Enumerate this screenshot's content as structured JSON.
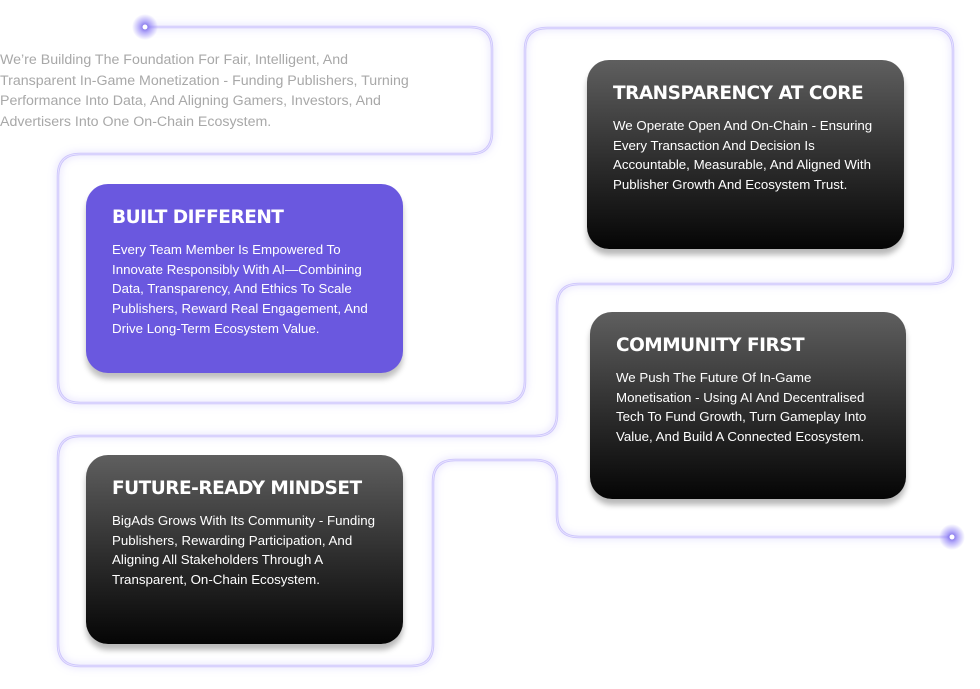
{
  "intro": {
    "text": "We’re Building The Foundation For Fair, Intelligent, And Transparent In-Game Monetization - Funding Publishers, Turning Performance Into Data, And Aligning Gamers, Investors, And Advertisers Into One On-Chain Ecosystem."
  },
  "cards": {
    "built_different": {
      "title": "BUILT DIFFERENT",
      "text": "Every Team Member Is Empowered To Innovate Responsibly With AI—Combining Data, Transparency, And Ethics To Scale Publishers, Reward Real Engagement, And Drive Long-Term Ecosystem Value."
    },
    "transparency": {
      "title": "TRANSPARENCY AT CORE",
      "text": "We Operate Open And On-Chain - Ensuring Every Transaction And Decision Is Accountable, Measurable, And Aligned With Publisher Growth And Ecosystem Trust."
    },
    "community": {
      "title": "COMMUNITY FIRST",
      "text": "We Push The Future Of In-Game Monetisation - Using AI And Decentralised Tech To Fund Growth, Turn Gameplay Into Value, And Build A Connected Ecosystem."
    },
    "future_ready": {
      "title": "FUTURE-READY MINDSET",
      "text": "BigAds Grows With Its Community - Funding Publishers, Rewarding Participation, And Aligning All Stakeholders Through A Transparent, On-Chain Ecosystem."
    }
  },
  "colors": {
    "accent_purple": "#6a58df",
    "glow": "#8b7cf6",
    "intro_text": "#a8a8a8"
  }
}
